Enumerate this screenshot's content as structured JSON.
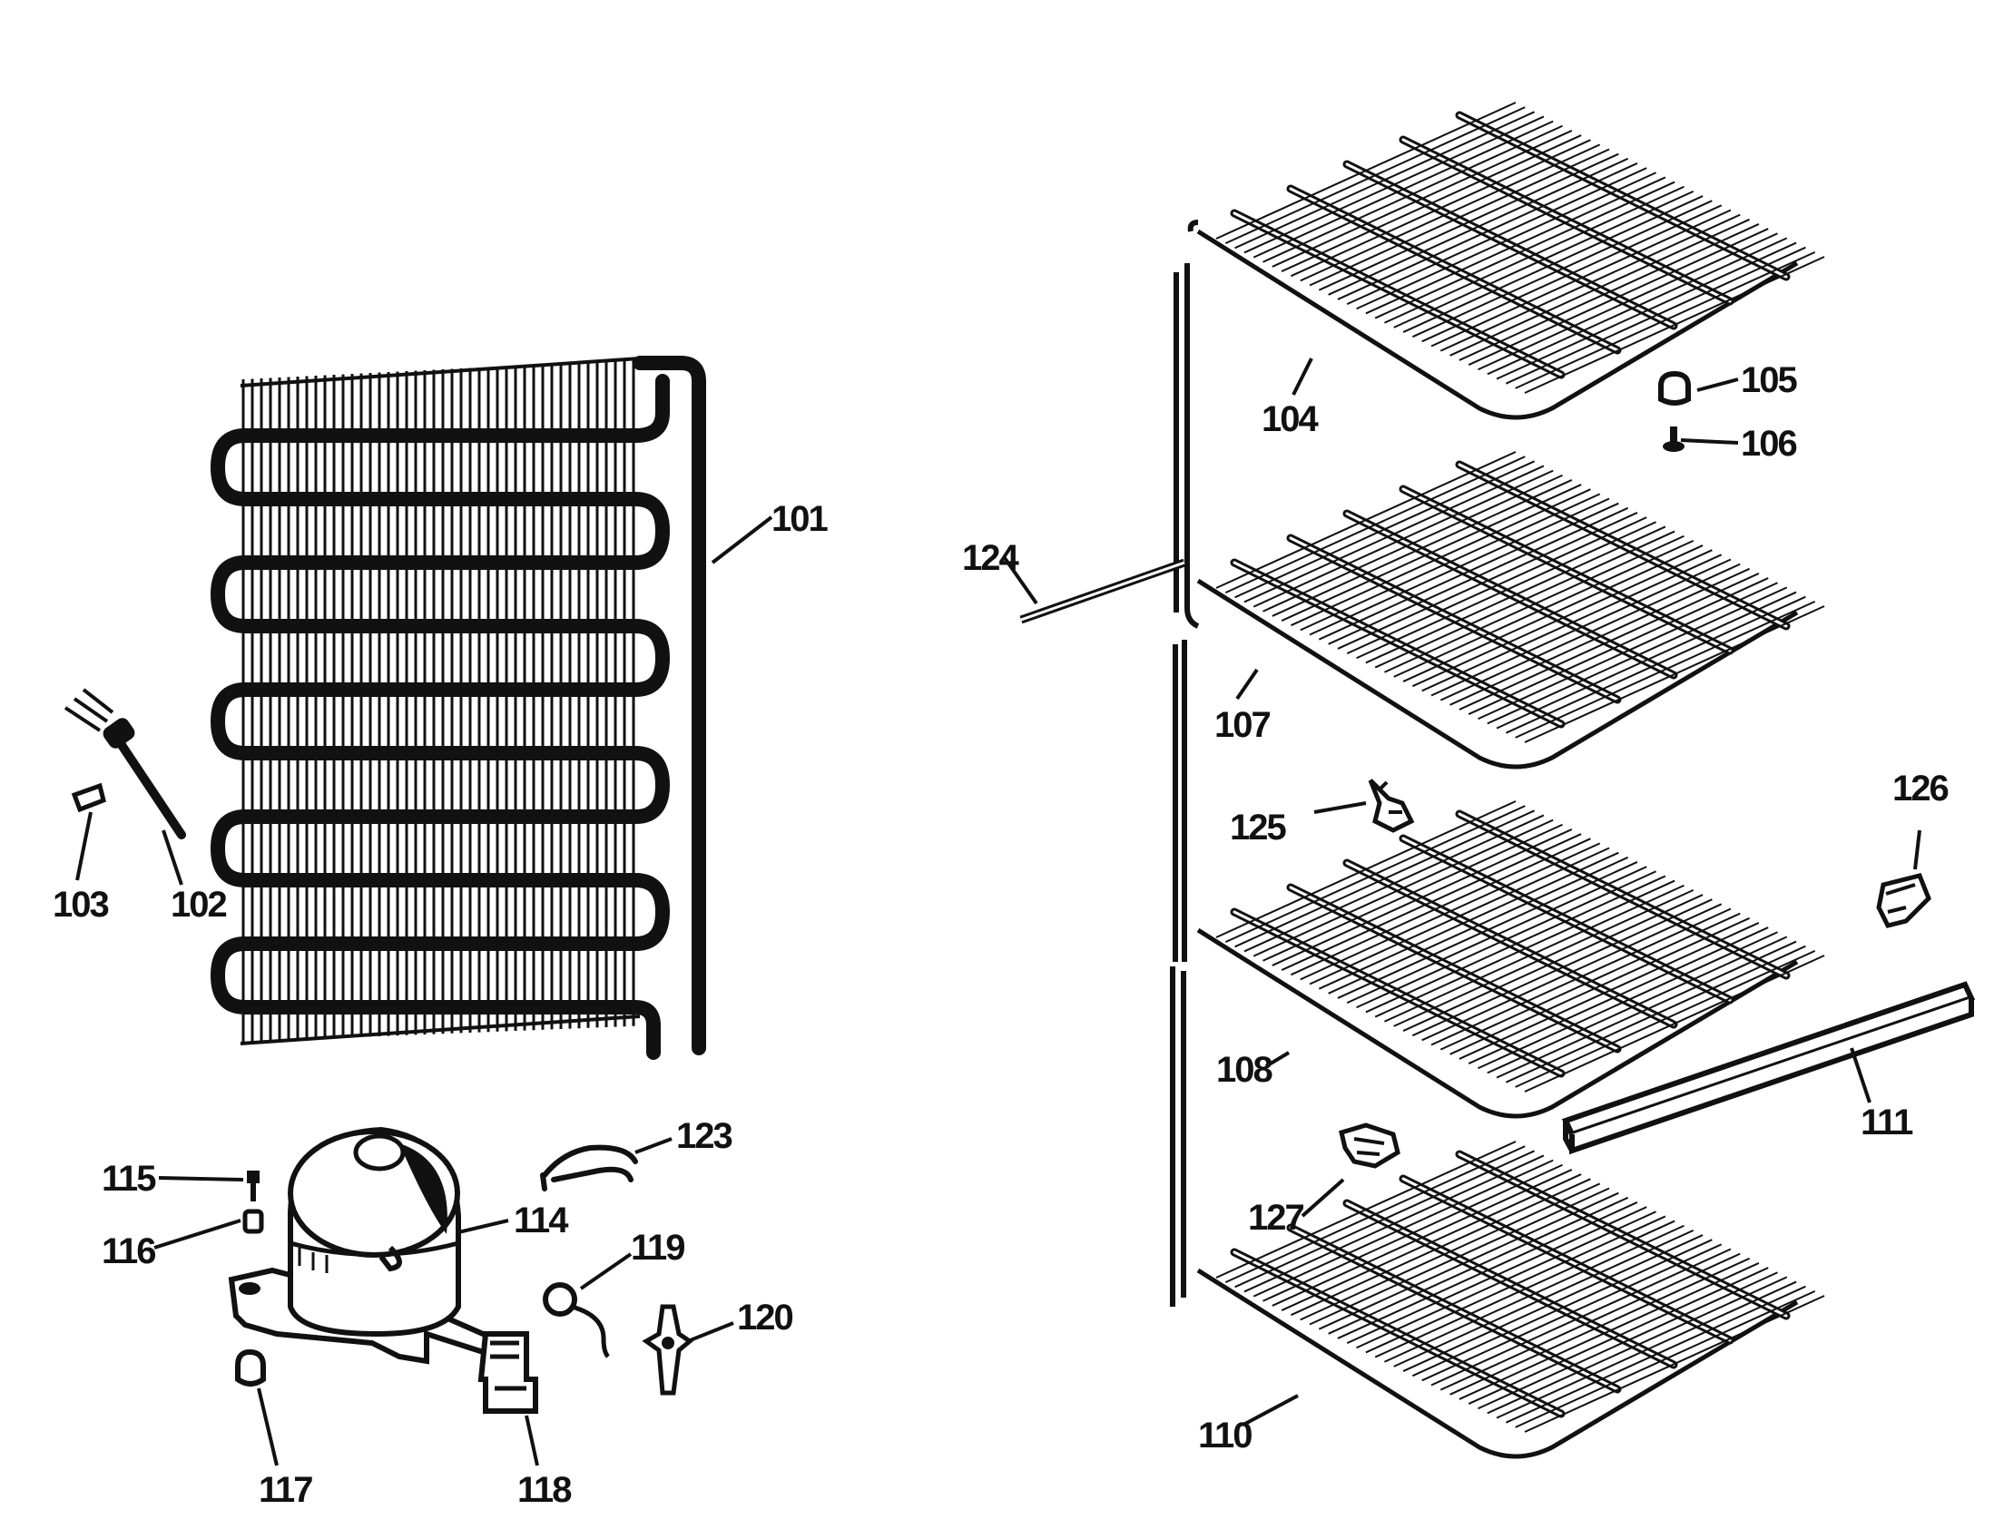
{
  "colors": {
    "ink": "#111111",
    "paper": "#ffffff"
  },
  "callouts": [
    {
      "id": "101",
      "text": "101"
    },
    {
      "id": "102",
      "text": "102"
    },
    {
      "id": "103",
      "text": "103"
    },
    {
      "id": "104",
      "text": "104"
    },
    {
      "id": "105",
      "text": "105"
    },
    {
      "id": "106",
      "text": "106"
    },
    {
      "id": "107",
      "text": "107"
    },
    {
      "id": "108",
      "text": "108"
    },
    {
      "id": "110",
      "text": "110"
    },
    {
      "id": "111",
      "text": "111"
    },
    {
      "id": "114",
      "text": "114"
    },
    {
      "id": "115",
      "text": "115"
    },
    {
      "id": "116",
      "text": "116"
    },
    {
      "id": "117",
      "text": "117"
    },
    {
      "id": "118",
      "text": "118"
    },
    {
      "id": "119",
      "text": "119"
    },
    {
      "id": "120",
      "text": "120"
    },
    {
      "id": "123",
      "text": "123"
    },
    {
      "id": "124",
      "text": "124"
    },
    {
      "id": "125",
      "text": "125"
    },
    {
      "id": "126",
      "text": "126"
    },
    {
      "id": "127",
      "text": "127"
    }
  ]
}
